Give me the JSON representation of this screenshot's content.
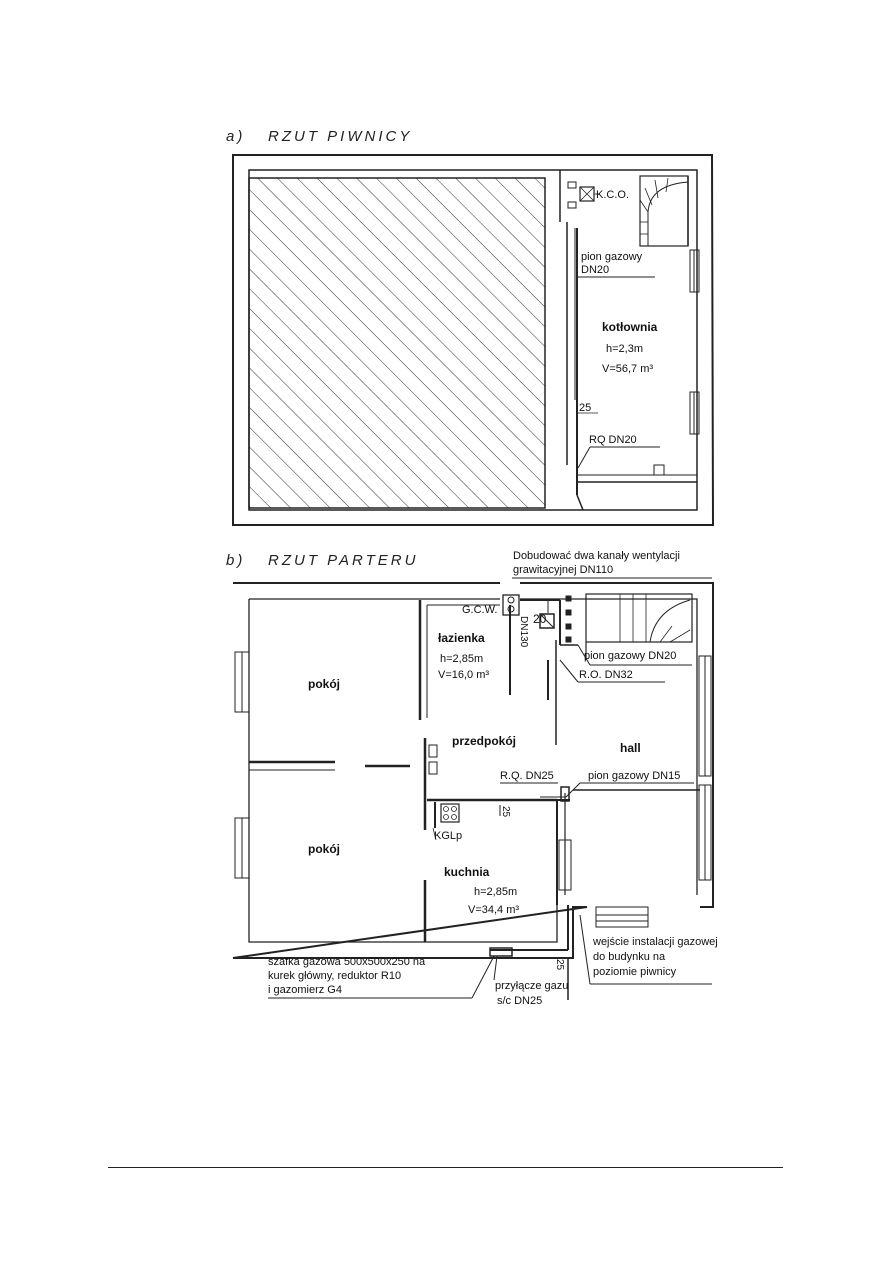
{
  "basement": {
    "caption_letter": "a)",
    "caption_text": "RZUT PIWNICY",
    "label_kco": "K.C.O.",
    "label_pion_line1": "pion gazowy",
    "label_pion_line2": "DN20",
    "room_name": "kotłownia",
    "room_height": "h=2,3m",
    "room_volume": "V=56,7 m³",
    "label_25": "25",
    "label_rq": "RQ DN20"
  },
  "ground": {
    "caption_letter": "b)",
    "caption_text": "RZUT PARTERU",
    "note_vent_line1": "Dobudować dwa kanały wentylacji",
    "note_vent_line2": "grawitacyjnej DN110",
    "label_gcw": "G.C.W.",
    "label_20": "20",
    "label_dn130": "DN130",
    "room_lazienka": "łazienka",
    "lazienka_height": "h=2,85m",
    "lazienka_volume": "V=16,0 m³",
    "label_pion_dn20": "pion gazowy DN20",
    "label_ro_dn32": "R.O. DN32",
    "room_pokoj_top": "pokój",
    "room_przedpokoj": "przedpokój",
    "room_hall": "hall",
    "label_rq_dn25": "R.Q. DN25",
    "label_pion_dn15": "pion gazowy DN15",
    "label_25_mid": "25",
    "label_kglp": "KGLp",
    "room_pokoj_bottom": "pokój",
    "room_kuchnia": "kuchnia",
    "kuchnia_height": "h=2,85m",
    "kuchnia_volume": "V=34,4 m³",
    "note_wejscie_line1": "wejście instalacji gazowej",
    "note_wejscie_line2": "do budynku na",
    "note_wejscie_line3": "poziomie piwnicy",
    "note_szafka_line1": "szafka gazowa 500x500x250 na",
    "note_szafka_line2": "kurek główny, reduktor R10",
    "note_szafka_line3": "i gazomierz G4",
    "label_25_bottom": "25",
    "note_przylacze_line1": "przyłącze gazu",
    "note_przylacze_line2": "s/c DN25"
  }
}
